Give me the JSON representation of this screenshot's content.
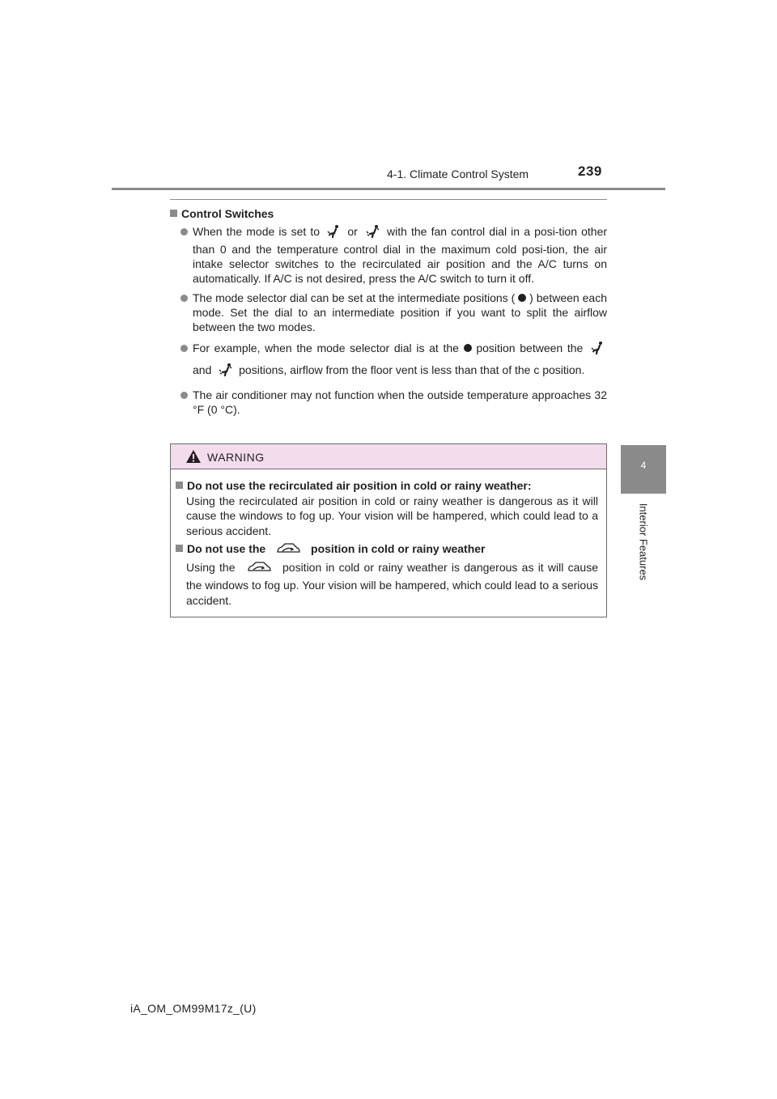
{
  "header": {
    "section": "4-1. Climate Control System",
    "page_number": "239"
  },
  "side_tab": {
    "chapter_number": "4",
    "chapter_title": "Interior Features"
  },
  "section": {
    "title": "Control Switches",
    "bullets": [
      {
        "before_icon1": "When the mode is set to ",
        "between_icons": " or ",
        "after_icon2": " with the fan control dial in a posi-tion other than 0 and the temperature control dial in the maximum cold posi-tion, the air intake selector switches to the recirculated air position and the A/C turns on automatically. If A/C is not desired, press the A/C switch to turn it off."
      },
      {
        "before_dot": "The mode selector dial can be set at the intermediate positions ( ",
        "after_dot": " ) between each mode. Set the dial to an intermediate position if you want to split the airflow between the two modes."
      },
      {
        "part1": "For example, when the mode selector dial is at the ",
        "part2": " position between the ",
        "part3": " and ",
        "part4": " positions, airflow from the floor vent is less than that of the c position."
      },
      {
        "text": "The air conditioner may not function when the outside temperature approaches 32 °F (0 °C)."
      }
    ]
  },
  "warning": {
    "label": "WARNING",
    "items": [
      {
        "title": "Do not use the recirculated air position in cold or rainy weather:",
        "text": "Using the recirculated air position in cold or rainy weather is dangerous as it will cause the windows to fog up. Your vision will be hampered, which could lead to a serious accident."
      },
      {
        "title_before": "Do not use the ",
        "title_after": " position in cold or rainy weather",
        "text_before": "Using the ",
        "text_after": " position in cold or rainy weather is dangerous as it will cause the windows to fog up. Your vision will be hampered, which could lead to a serious accident."
      }
    ]
  },
  "footer": {
    "code": "iA_OM_OM99M17z_(U)"
  },
  "icons": [
    "floor-vent-icon",
    "floor-defrost-icon",
    "recirculated-air-icon",
    "warning-triangle-icon",
    "intermediate-position-dot-icon"
  ],
  "colors": {
    "gray_accent": "#8a8a8a",
    "warning_header_bg": "#f3dcec",
    "text": "#231f20"
  }
}
